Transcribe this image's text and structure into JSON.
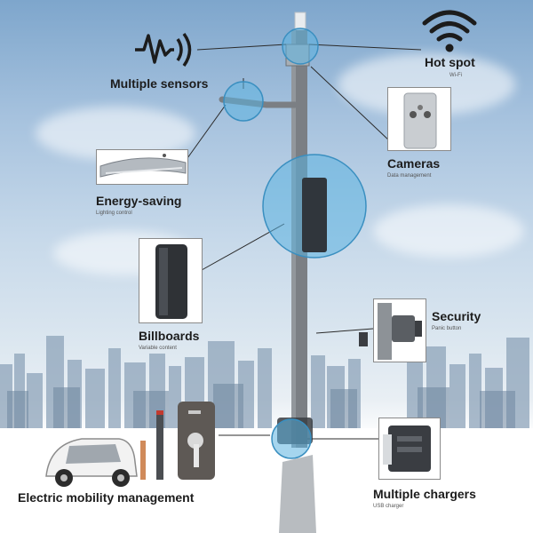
{
  "features": {
    "sensors": {
      "title": "Multiple sensors",
      "caption": ""
    },
    "hotspot": {
      "title": "Hot spot",
      "caption": "Wi-Fi"
    },
    "cameras": {
      "title": "Cameras",
      "caption": "Data management"
    },
    "energy": {
      "title": "Energy-saving",
      "caption": "Lighting control"
    },
    "billboards": {
      "title": "Billboards",
      "caption": "Variable content"
    },
    "security": {
      "title": "Security",
      "caption": "Panic button"
    },
    "mobility": {
      "title": "Electric mobility management",
      "caption": ""
    },
    "chargers": {
      "title": "Multiple chargers",
      "caption": "USB charger"
    }
  },
  "colors": {
    "pole": "#7b7f84",
    "highlight": "#5bb3e0",
    "line": "#2b2b2b",
    "text": "#1c1c1c"
  },
  "icons": [
    "sensor-wave-icon",
    "wifi-icon"
  ]
}
